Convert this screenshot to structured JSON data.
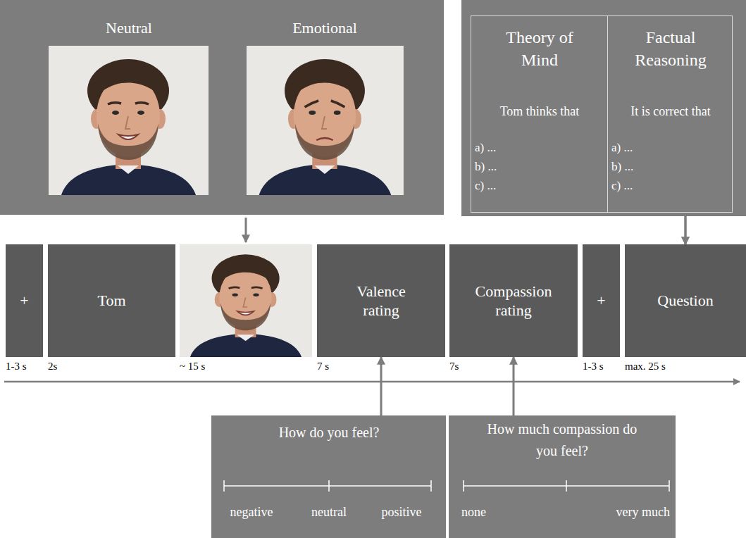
{
  "diagram": {
    "nodes": [
      {
        "text": [
          "Neutral",
          "Emotional"
        ]
      },
      {
        "text": [
          "Theory of Mind",
          "Tom thinks that",
          "a) ...",
          "b) ...",
          "c) ..."
        ]
      },
      {
        "text": [
          "Factual Reasoning",
          "It is correct that",
          "a) ...",
          "b) ...",
          "c) ..."
        ]
      },
      {
        "text": [
          "+"
        ]
      },
      {
        "text": [
          "Tom"
        ]
      },
      {
        "text": [
          "Valence rating"
        ]
      },
      {
        "text": [
          "Compassion rating"
        ]
      },
      {
        "text": [
          "+"
        ]
      },
      {
        "text": [
          "Question"
        ]
      },
      {
        "text": [
          "How do you feel?",
          "negative",
          "neutral",
          "positive"
        ]
      },
      {
        "text": [
          "How much compassion do you feel?",
          "none",
          "very much"
        ]
      }
    ],
    "edges": [
      {
        "from": 1,
        "to": 8,
        "arrow": "to"
      },
      {
        "from": 2,
        "to": 8,
        "arrow": "to"
      },
      {
        "from": 9,
        "to": 5,
        "arrow": "to"
      },
      {
        "from": 10,
        "to": 6,
        "arrow": "to"
      }
    ],
    "labels": [
      "1-3 s",
      "2s",
      "~ 15 s",
      "7 s",
      "7s",
      "1-3 s",
      "max. 25 s"
    ]
  }
}
